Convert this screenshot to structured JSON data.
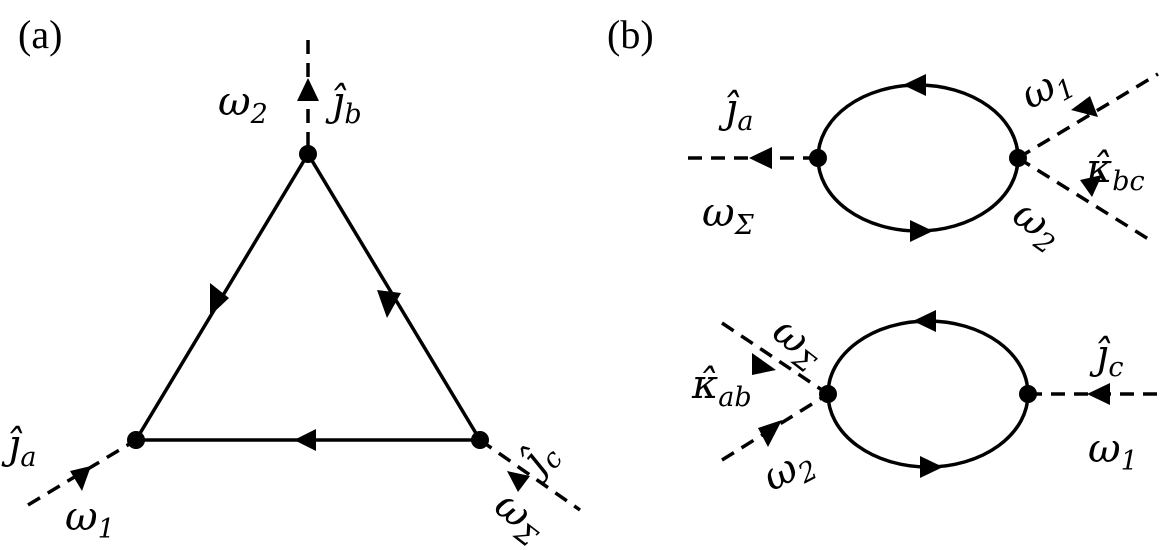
{
  "panels": {
    "a": {
      "label": "(a)",
      "labels": {
        "j_b": {
          "main": "ĵ",
          "sub": "b"
        },
        "omega_2": {
          "main": "ω",
          "sub": "2"
        },
        "j_a": {
          "main": "ĵ",
          "sub": "a"
        },
        "omega_1": {
          "main": "ω",
          "sub": "1"
        },
        "j_c": {
          "main": "ĵ",
          "sub": "c"
        },
        "omega_sigma": {
          "main": "ω",
          "sub": "Σ"
        }
      }
    },
    "b": {
      "label": "(b)",
      "top": {
        "j_a": {
          "main": "ĵ",
          "sub": "a"
        },
        "omega_sigma": {
          "main": "ω",
          "sub": "Σ"
        },
        "omega_1": {
          "main": "ω",
          "sub": "1"
        },
        "kappa_bc": {
          "main": "κ̂",
          "sub": "bc"
        },
        "omega_2": {
          "main": "ω",
          "sub": "2"
        }
      },
      "bottom": {
        "omega_sigma": {
          "main": "ω",
          "sub": "Σ"
        },
        "kappa_ab": {
          "main": "κ̂",
          "sub": "ab"
        },
        "omega_2": {
          "main": "ω",
          "sub": "2"
        },
        "j_c": {
          "main": "ĵ",
          "sub": "c"
        },
        "omega_1": {
          "main": "ω",
          "sub": "1"
        }
      }
    }
  }
}
